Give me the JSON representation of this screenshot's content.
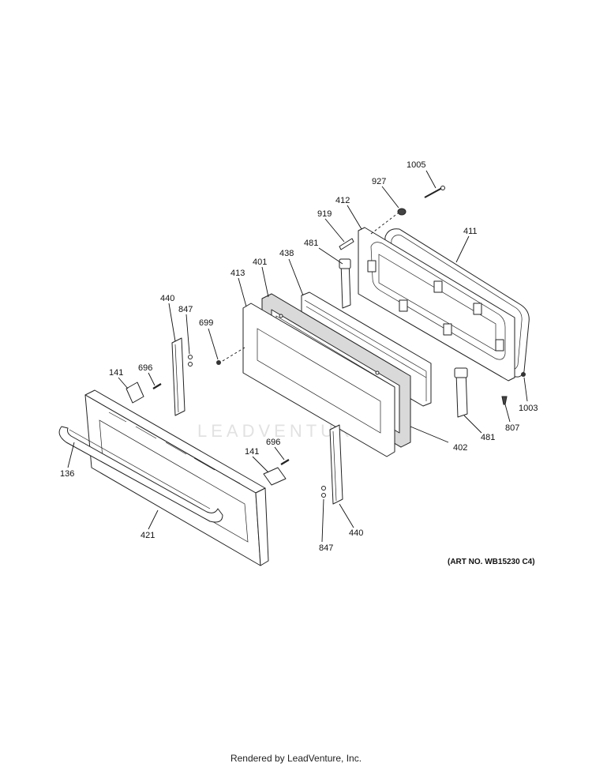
{
  "watermark": "LEADVENTURE",
  "art_number": "(ART NO. WB15230 C4)",
  "footer": "Rendered by LeadVenture, Inc.",
  "callouts": [
    {
      "id": "1005",
      "label": "1005"
    },
    {
      "id": "927",
      "label": "927"
    },
    {
      "id": "412",
      "label": "412"
    },
    {
      "id": "919",
      "label": "919"
    },
    {
      "id": "411",
      "label": "411"
    },
    {
      "id": "481a",
      "label": "481"
    },
    {
      "id": "401",
      "label": "401"
    },
    {
      "id": "438",
      "label": "438"
    },
    {
      "id": "413",
      "label": "413"
    },
    {
      "id": "440a",
      "label": "440"
    },
    {
      "id": "847a",
      "label": "847"
    },
    {
      "id": "699",
      "label": "699"
    },
    {
      "id": "141a",
      "label": "141"
    },
    {
      "id": "696a",
      "label": "696"
    },
    {
      "id": "1003",
      "label": "1003"
    },
    {
      "id": "807",
      "label": "807"
    },
    {
      "id": "481b",
      "label": "481"
    },
    {
      "id": "402",
      "label": "402"
    },
    {
      "id": "696b",
      "label": "696"
    },
    {
      "id": "141b",
      "label": "141"
    },
    {
      "id": "136",
      "label": "136"
    },
    {
      "id": "421",
      "label": "421"
    },
    {
      "id": "847b",
      "label": "847"
    },
    {
      "id": "440b",
      "label": "440"
    }
  ]
}
